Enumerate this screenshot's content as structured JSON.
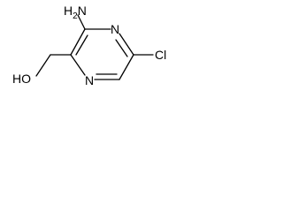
{
  "molecule": {
    "atoms": {
      "amino": {
        "main": "H",
        "sub": "2",
        "tail": "N"
      },
      "ring_n_top": "N",
      "ring_n_bottom": "N",
      "chloro": "Cl",
      "hydroxyl": "HO"
    },
    "colors": {
      "bond": "#000000",
      "text": "#000000",
      "background": "#ffffff"
    }
  }
}
